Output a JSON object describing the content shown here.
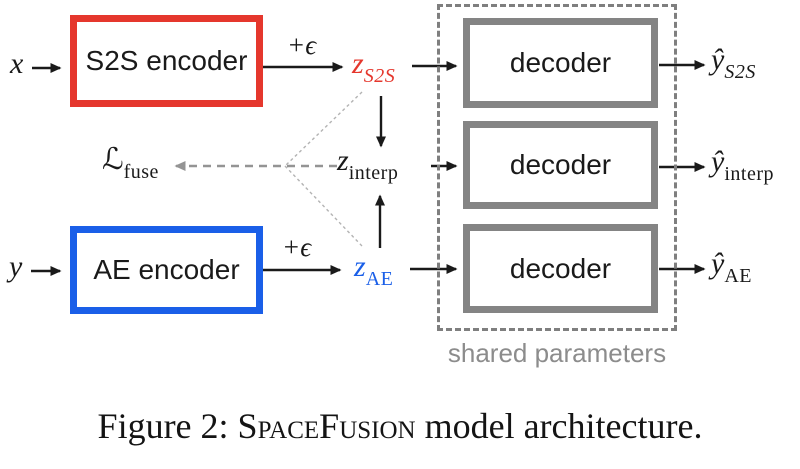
{
  "diagram": {
    "inputs": {
      "x": "x",
      "y": "y"
    },
    "encoders": {
      "s2s": "S2S encoder",
      "ae": "AE encoder"
    },
    "noise_label": "+ϵ",
    "latents": {
      "s2s": {
        "base": "z",
        "sub": "S2S"
      },
      "interp": {
        "base": "z",
        "sub": "interp"
      },
      "ae": {
        "base": "z",
        "sub": "AE"
      }
    },
    "loss": {
      "base": "ℒ",
      "sub": "fuse"
    },
    "decoder_label": "decoder",
    "outputs": {
      "s2s": {
        "base": "ŷ",
        "sub": "S2S"
      },
      "interp": {
        "base": "ŷ",
        "sub": "interp"
      },
      "ae": {
        "base": "ŷ",
        "sub": "AE"
      }
    },
    "shared_label": "shared parameters",
    "colors": {
      "s2s_red": "#e5372d",
      "ae_blue": "#1a5fe8",
      "decoder_gray": "#848484",
      "dashed_gray": "#7f7f7f",
      "gray_text": "#8c8c8c",
      "ink": "#1a1a1a"
    }
  },
  "caption": {
    "prefix": "Figure 2: ",
    "brand": "SpaceFusion",
    "suffix": " model architecture."
  }
}
